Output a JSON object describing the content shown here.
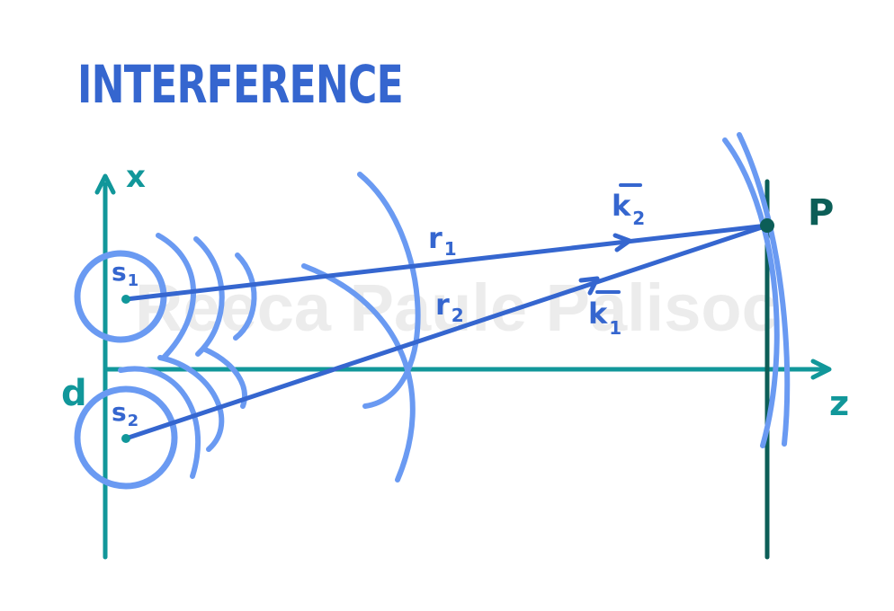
{
  "title": "INTERFERENCE",
  "watermark": "Reeca Paule Palisoc",
  "labels": {
    "x_axis": "x",
    "z_axis": "z",
    "point": "P",
    "separation": "d",
    "source1": "s",
    "source1_sub": "1",
    "source2": "s",
    "source2_sub": "2",
    "path1": "r",
    "path1_sub": "1",
    "path2": "r",
    "path2_sub": "2",
    "wavevector2": "k",
    "wavevector2_sub": "2",
    "wavevector1": "k",
    "wavevector1_sub": "1"
  },
  "colors": {
    "title": "#3566cf",
    "axis": "#11979a",
    "screen": "#0c5e57",
    "ray": "#3566cf",
    "wave": "#6a9af2",
    "watermark": "#e4e4e4"
  }
}
